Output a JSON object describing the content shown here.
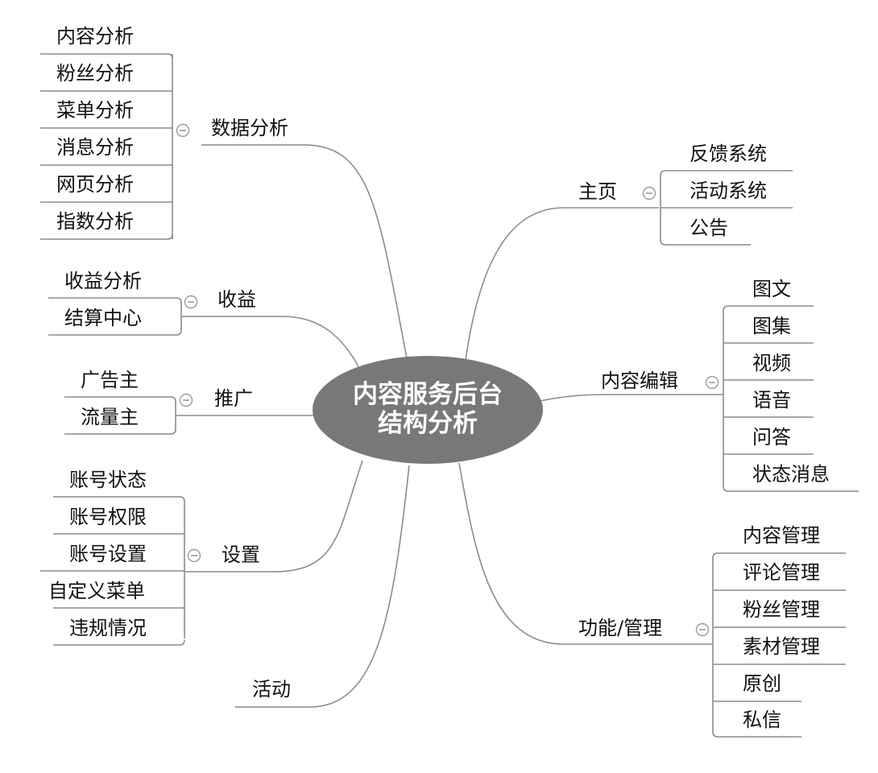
{
  "center": {
    "line1": "内容服务后台",
    "line2": "结构分析"
  },
  "branches": {
    "data_analysis": {
      "label": "数据分析",
      "children": [
        "内容分析",
        "粉丝分析",
        "菜单分析",
        "消息分析",
        "网页分析",
        "指数分析"
      ]
    },
    "revenue": {
      "label": "收益",
      "children": [
        "收益分析",
        "结算中心"
      ]
    },
    "promotion": {
      "label": "推广",
      "children": [
        "广告主",
        "流量主"
      ]
    },
    "settings": {
      "label": "设置",
      "children": [
        "账号状态",
        "账号权限",
        "账号设置",
        "自定义菜单",
        "违规情况"
      ]
    },
    "activity": {
      "label": "活动"
    },
    "home": {
      "label": "主页",
      "children": [
        "反馈系统",
        "活动系统",
        "公告"
      ]
    },
    "content_edit": {
      "label": "内容编辑",
      "children": [
        "图文",
        "图集",
        "视频",
        "语音",
        "问答",
        "状态消息"
      ]
    },
    "function_manage": {
      "label": "功能/管理",
      "children": [
        "内容管理",
        "评论管理",
        "粉丝管理",
        "素材管理",
        "原创",
        "私信"
      ]
    }
  },
  "colors": {
    "center_fill": "#787878",
    "line": "#8c8c8c",
    "text": "#111111"
  }
}
